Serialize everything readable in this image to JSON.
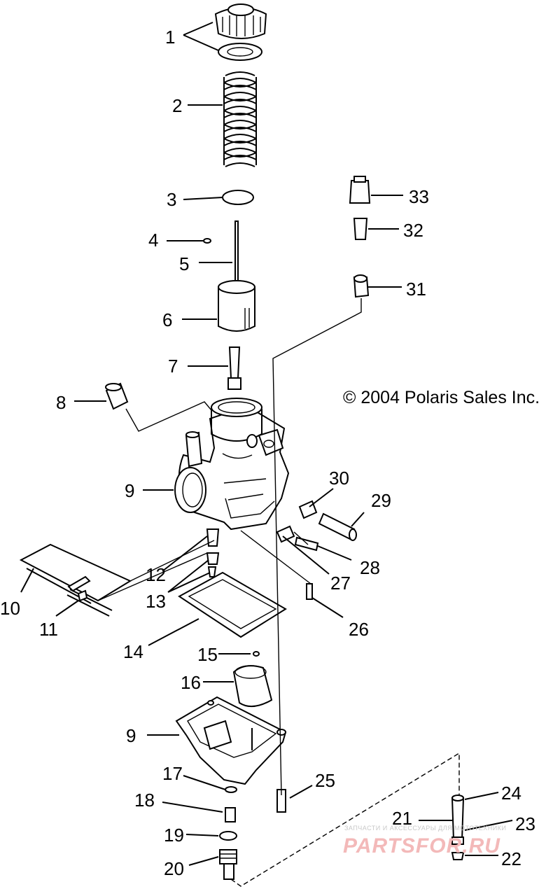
{
  "copyright": "© 2004 Polaris Sales Inc.",
  "watermark": {
    "tagline": "ЗАПЧАСТИ И АКСЕССУАРЫ ДЛЯ МОТОТЕХНИКИ",
    "brand": "PARTSFOR.RU",
    "color": "#f3b9b9"
  },
  "callouts": [
    "1",
    "2",
    "3",
    "4",
    "5",
    "6",
    "7",
    "8",
    "9",
    "10",
    "11",
    "12",
    "13",
    "14",
    "15",
    "16",
    "9",
    "17",
    "18",
    "19",
    "20",
    "21",
    "22",
    "23",
    "24",
    "25",
    "26",
    "27",
    "28",
    "29",
    "30",
    "31",
    "32",
    "33"
  ]
}
